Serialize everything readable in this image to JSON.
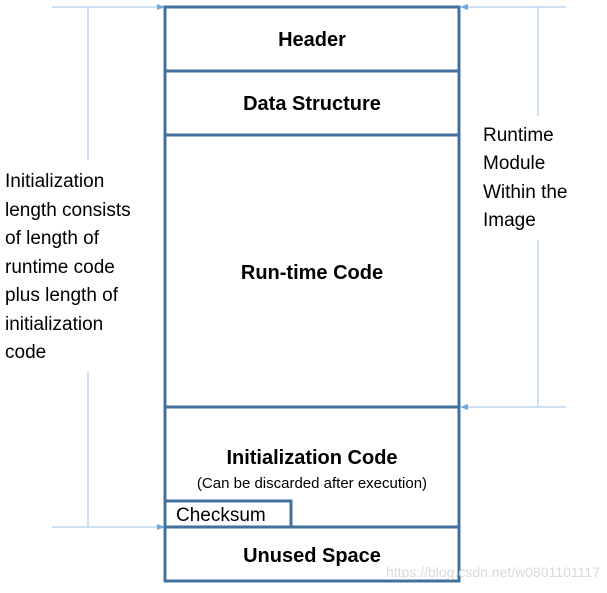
{
  "diagram": {
    "blocks": {
      "header": "Header",
      "data_structure": "Data Structure",
      "runtime_code": "Run-time Code",
      "init_code": "Initialization Code",
      "init_code_note": "(Can be discarded after execution)",
      "checksum": "Checksum",
      "unused": "Unused Space"
    },
    "left_annotation": [
      "Initialization",
      "length consists",
      "of length of",
      "runtime code",
      "plus length of",
      "initialization",
      "code"
    ],
    "right_annotation": [
      "Runtime",
      "Module",
      "Within the",
      "Image"
    ],
    "watermark": "https://blog.csdn.net/w0801101117"
  },
  "colors": {
    "box_stroke": "#41719c",
    "guide_line": "#9dc3e6",
    "arrow": "#6fa8dc"
  }
}
